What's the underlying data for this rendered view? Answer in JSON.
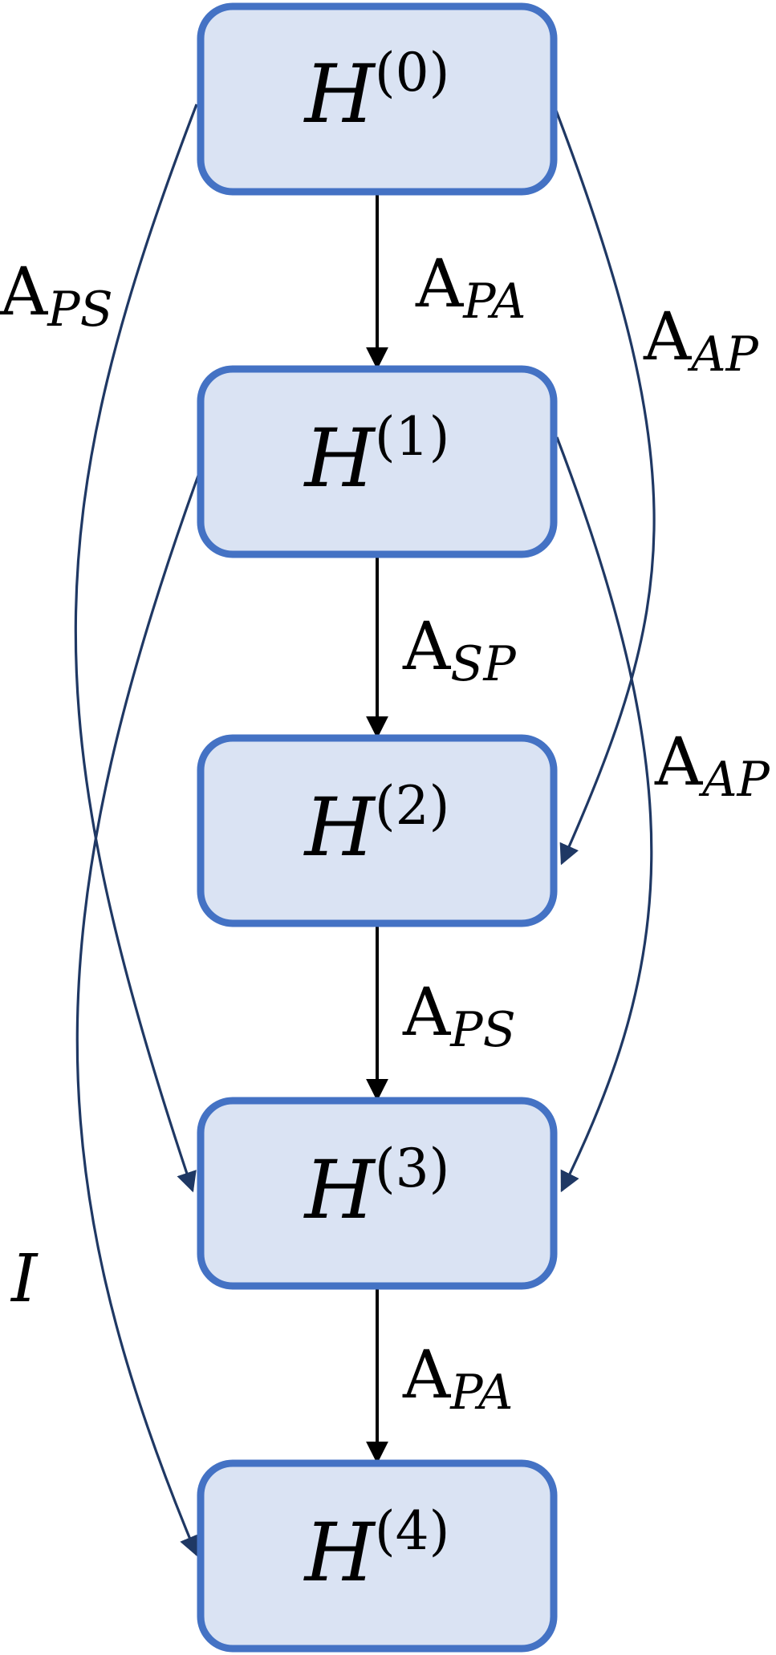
{
  "nodes": [
    {
      "id": "h0",
      "base": "H",
      "superscript": "(0)"
    },
    {
      "id": "h1",
      "base": "H",
      "superscript": "(1)"
    },
    {
      "id": "h2",
      "base": "H",
      "superscript": "(2)"
    },
    {
      "id": "h3",
      "base": "H",
      "superscript": "(3)"
    },
    {
      "id": "h4",
      "base": "H",
      "superscript": "(4)"
    }
  ],
  "edges": [
    {
      "id": "h0-h1",
      "from": "h0",
      "to": "h1",
      "label_base": "A",
      "label_sub": "PA"
    },
    {
      "id": "h1-h2",
      "from": "h1",
      "to": "h2",
      "label_base": "A",
      "label_sub": "SP"
    },
    {
      "id": "h2-h3",
      "from": "h2",
      "to": "h3",
      "label_base": "A",
      "label_sub": "PS"
    },
    {
      "id": "h3-h4",
      "from": "h3",
      "to": "h4",
      "label_base": "A",
      "label_sub": "PA"
    },
    {
      "id": "h0-h3",
      "from": "h0",
      "to": "h3",
      "label_base": "A",
      "label_sub": "PS"
    },
    {
      "id": "h0-h2",
      "from": "h0",
      "to": "h2",
      "label_base": "A",
      "label_sub": "AP"
    },
    {
      "id": "h1-h3",
      "from": "h1",
      "to": "h3",
      "label_base": "A",
      "label_sub": "AP"
    },
    {
      "id": "h1-h4",
      "from": "h1",
      "to": "h4",
      "label_base": "I",
      "label_sub": ""
    }
  ],
  "colors": {
    "node_fill": "#dae3f3",
    "node_stroke": "#4472c4",
    "straight_arrow": "#000000",
    "curved_arrow": "#1f3864"
  }
}
